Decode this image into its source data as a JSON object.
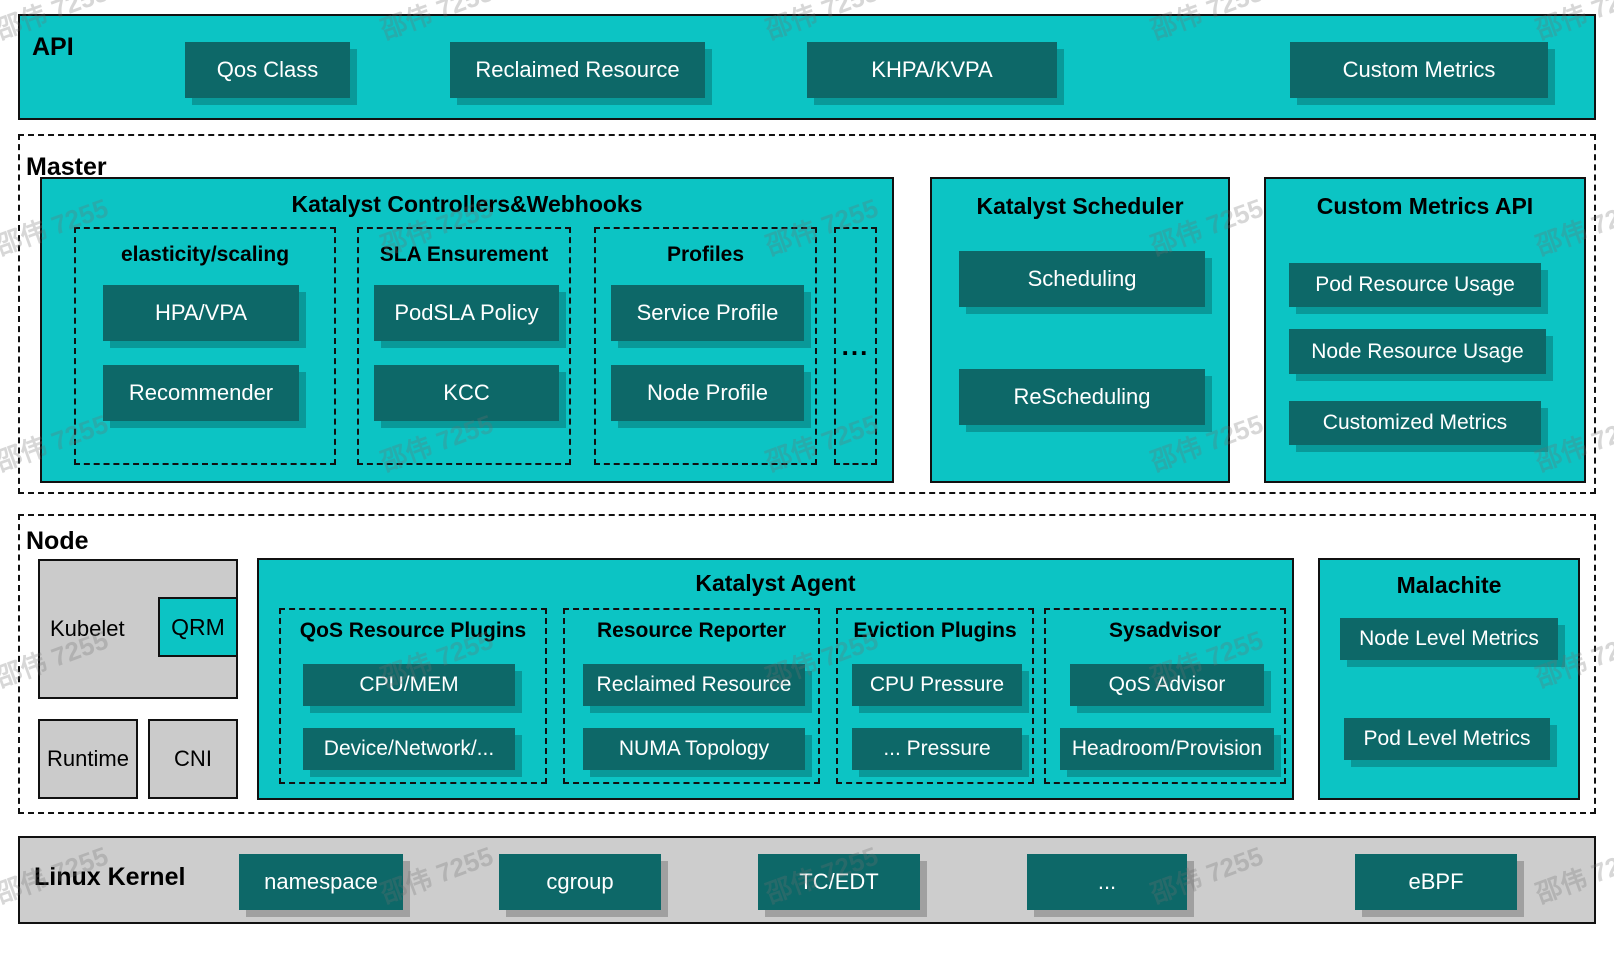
{
  "watermark": "邵伟 7255",
  "colors": {
    "teal": "#0cc4c4",
    "dark_teal": "#0d6868",
    "gray": "#cbcbcb",
    "border": "#111111"
  },
  "api_band": {
    "label": "API",
    "buttons": [
      "Qos Class",
      "Reclaimed Resource",
      "KHPA/KVPA",
      "Custom Metrics"
    ]
  },
  "master": {
    "label": "Master",
    "controllers": {
      "title": "Katalyst Controllers&Webhooks",
      "more": "...",
      "groups": [
        {
          "title": "elasticity/scaling",
          "items": [
            "HPA/VPA",
            "Recommender"
          ]
        },
        {
          "title": "SLA Ensurement",
          "items": [
            "PodSLA Policy",
            "KCC"
          ]
        },
        {
          "title": "Profiles",
          "items": [
            "Service Profile",
            "Node Profile"
          ]
        }
      ]
    },
    "scheduler": {
      "title": "Katalyst Scheduler",
      "items": [
        "Scheduling",
        "ReScheduling"
      ]
    },
    "metrics_api": {
      "title": "Custom Metrics API",
      "items": [
        "Pod Resource Usage",
        "Node Resource Usage",
        "Customized Metrics"
      ]
    }
  },
  "node": {
    "label": "Node",
    "kubelet": {
      "label": "Kubelet",
      "qrm": "QRM"
    },
    "runtime": "Runtime",
    "cni": "CNI",
    "agent": {
      "title": "Katalyst Agent",
      "groups": [
        {
          "title": "QoS Resource Plugins",
          "items": [
            "CPU/MEM",
            "Device/Network/..."
          ]
        },
        {
          "title": "Resource Reporter",
          "items": [
            "Reclaimed Resource",
            "NUMA Topology"
          ]
        },
        {
          "title": "Eviction Plugins",
          "items": [
            "CPU Pressure",
            "... Pressure"
          ]
        },
        {
          "title": "Sysadvisor",
          "items": [
            "QoS Advisor",
            "Headroom/Provision"
          ]
        }
      ]
    },
    "malachite": {
      "title": "Malachite",
      "items": [
        "Node Level Metrics",
        "Pod Level Metrics"
      ]
    }
  },
  "kernel": {
    "label": "Linux Kernel",
    "buttons": [
      "namespace",
      "cgroup",
      "TC/EDT",
      "...",
      "eBPF"
    ]
  }
}
